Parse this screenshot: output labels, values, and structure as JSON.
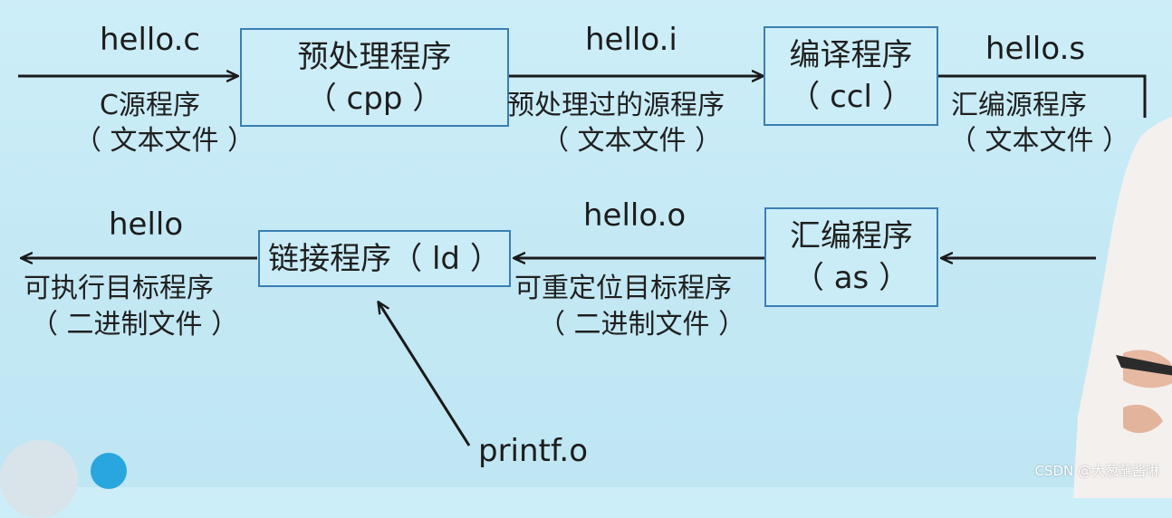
{
  "flow_top": {
    "input_file": "hello.c",
    "input_type": "C源程序",
    "input_format": "（ 文本文件 ）",
    "stage1": {
      "name": "预处理程序",
      "tool": "（ cpp ）"
    },
    "mid_file": "hello.i",
    "mid_type": "预处理过的源程序",
    "mid_format": "（ 文本文件 ）",
    "stage2": {
      "name": "编译程序",
      "tool": "（ ccl ）"
    },
    "out_file": "hello.s",
    "out_type": "汇编源程序",
    "out_format": "（ 文本文件 ）"
  },
  "flow_bottom": {
    "stage3": {
      "name": "汇编程序",
      "tool": "（ as ）"
    },
    "obj_file": "hello.o",
    "obj_type": "可重定位目标程序",
    "obj_format": "（ 二进制文件 ）",
    "stage4": {
      "name": "链接程序（ ld ）"
    },
    "exe_file": "hello",
    "exe_type": "可执行目标程序",
    "exe_format": "（ 二进制文件 ）",
    "lib_file": "printf.o"
  },
  "watermark": "CSDN @大葱蘸酱啉",
  "colors": {
    "background": "#c8ebf6",
    "box_border": "#3a7fb3",
    "arrow": "#1a1a1a"
  }
}
